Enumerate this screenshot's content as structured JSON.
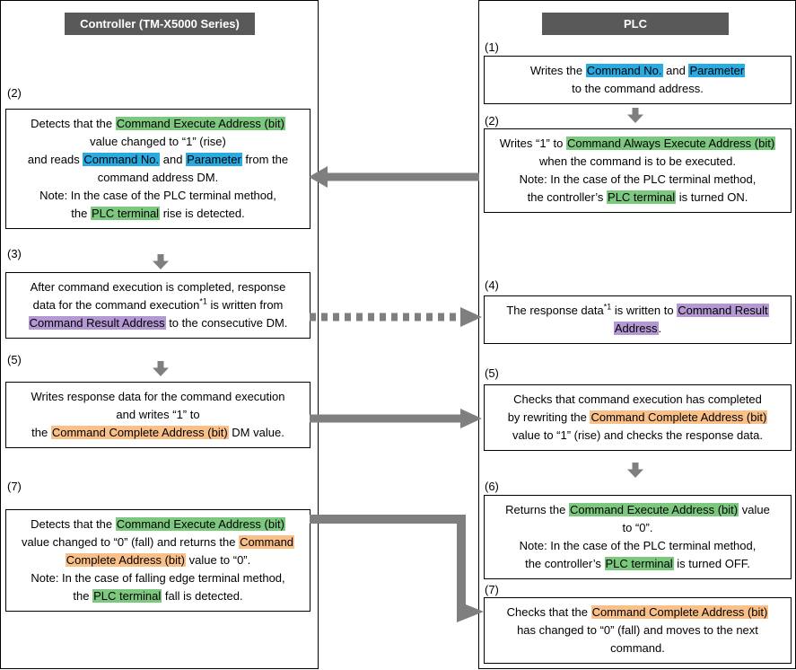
{
  "colors": {
    "header_bg": "#595959",
    "header_text": "#ffffff",
    "arrow": "#7f7f7f",
    "hl_blue": "#29abe2",
    "hl_green": "#7dc87f",
    "hl_purple": "#b398d4",
    "hl_orange": "#fac08a"
  },
  "left": {
    "title": "Controller (TM-X5000 Series)",
    "steps": [
      {
        "label": "(2)",
        "lines": [
          [
            {
              "t": "Detects that the "
            },
            {
              "t": "Command Execute Address (bit)",
              "h": "green"
            }
          ],
          [
            {
              "t": "value changed to “1” (rise)"
            }
          ],
          [
            {
              "t": "and reads "
            },
            {
              "t": "Command No.",
              "h": "blue"
            },
            {
              "t": " and "
            },
            {
              "t": "Parameter",
              "h": "blue"
            },
            {
              "t": " from the"
            }
          ],
          [
            {
              "t": "command address DM."
            }
          ],
          [
            {
              "t": "Note: In the case of the PLC terminal method,"
            }
          ],
          [
            {
              "t": "the "
            },
            {
              "t": "PLC terminal",
              "h": "green"
            },
            {
              "t": " rise is detected."
            }
          ]
        ]
      },
      {
        "label": "(3)",
        "lines": [
          [
            {
              "t": "After command execution is completed, response"
            }
          ],
          [
            {
              "t": "data for the command execution"
            },
            {
              "t": "*1",
              "sup": true
            },
            {
              "t": " is written from"
            }
          ],
          [
            {
              "t": "Command Result Address",
              "h": "purple"
            },
            {
              "t": " to the consecutive DM."
            }
          ]
        ]
      },
      {
        "label": "(5)",
        "lines": [
          [
            {
              "t": "Writes response data for the command execution"
            }
          ],
          [
            {
              "t": "and writes “1” to"
            }
          ],
          [
            {
              "t": "the "
            },
            {
              "t": "Command Complete Address (bit)",
              "h": "orange"
            },
            {
              "t": " DM value."
            }
          ]
        ]
      },
      {
        "label": "(7)",
        "lines": [
          [
            {
              "t": "Detects that the "
            },
            {
              "t": "Command Execute Address (bit)",
              "h": "green"
            }
          ],
          [
            {
              "t": "value changed to “0” (fall) and returns the "
            },
            {
              "t": "Command",
              "h": "orange"
            }
          ],
          [
            {
              "t": "Complete Address (bit)",
              "h": "orange"
            },
            {
              "t": " value to “0”."
            }
          ],
          [
            {
              "t": "Note: In the case of falling edge terminal method,"
            }
          ],
          [
            {
              "t": "the "
            },
            {
              "t": "PLC terminal",
              "h": "green"
            },
            {
              "t": " fall is detected."
            }
          ]
        ]
      }
    ]
  },
  "right": {
    "title": "PLC",
    "steps": [
      {
        "label": "(1)",
        "lines": [
          [
            {
              "t": "Writes the "
            },
            {
              "t": "Command No.",
              "h": "blue"
            },
            {
              "t": " and "
            },
            {
              "t": "Parameter",
              "h": "blue"
            }
          ],
          [
            {
              "t": "to the command address."
            }
          ]
        ]
      },
      {
        "label": "(2)",
        "lines": [
          [
            {
              "t": "Writes “1” to "
            },
            {
              "t": "Command Always Execute Address (bit)",
              "h": "green"
            }
          ],
          [
            {
              "t": "when the command is to be executed."
            }
          ],
          [
            {
              "t": "Note: In the case of the PLC terminal method,"
            }
          ],
          [
            {
              "t": "the controller’s "
            },
            {
              "t": "PLC terminal",
              "h": "green"
            },
            {
              "t": " is turned ON."
            }
          ]
        ]
      },
      {
        "label": "(4)",
        "lines": [
          [
            {
              "t": "The response data"
            },
            {
              "t": "*1",
              "sup": true
            },
            {
              "t": " is written to "
            },
            {
              "t": "Command Result",
              "h": "purple"
            }
          ],
          [
            {
              "t": "Address",
              "h": "purple"
            },
            {
              "t": "."
            }
          ]
        ]
      },
      {
        "label": "(5)",
        "lines": [
          [
            {
              "t": "Checks that command execution has completed"
            }
          ],
          [
            {
              "t": "by rewriting the "
            },
            {
              "t": "Command Complete Address (bit)",
              "h": "orange"
            }
          ],
          [
            {
              "t": "value to “1” (rise) and checks the response data."
            }
          ]
        ]
      },
      {
        "label": "(6)",
        "lines": [
          [
            {
              "t": "Returns the "
            },
            {
              "t": "Command Execute Address (bit)",
              "h": "green"
            },
            {
              "t": " value"
            }
          ],
          [
            {
              "t": "to “0”."
            }
          ],
          [
            {
              "t": "Note: In the case of the PLC terminal method,"
            }
          ],
          [
            {
              "t": "the controller’s "
            },
            {
              "t": "PLC terminal",
              "h": "green"
            },
            {
              "t": " is turned OFF."
            }
          ]
        ]
      },
      {
        "label": "(7)",
        "lines": [
          [
            {
              "t": "Checks that the "
            },
            {
              "t": "Command Complete Address (bit)",
              "h": "orange"
            }
          ],
          [
            {
              "t": "has changed to “0” (fall) and moves to the next"
            }
          ],
          [
            {
              "t": "command."
            }
          ]
        ]
      }
    ]
  }
}
